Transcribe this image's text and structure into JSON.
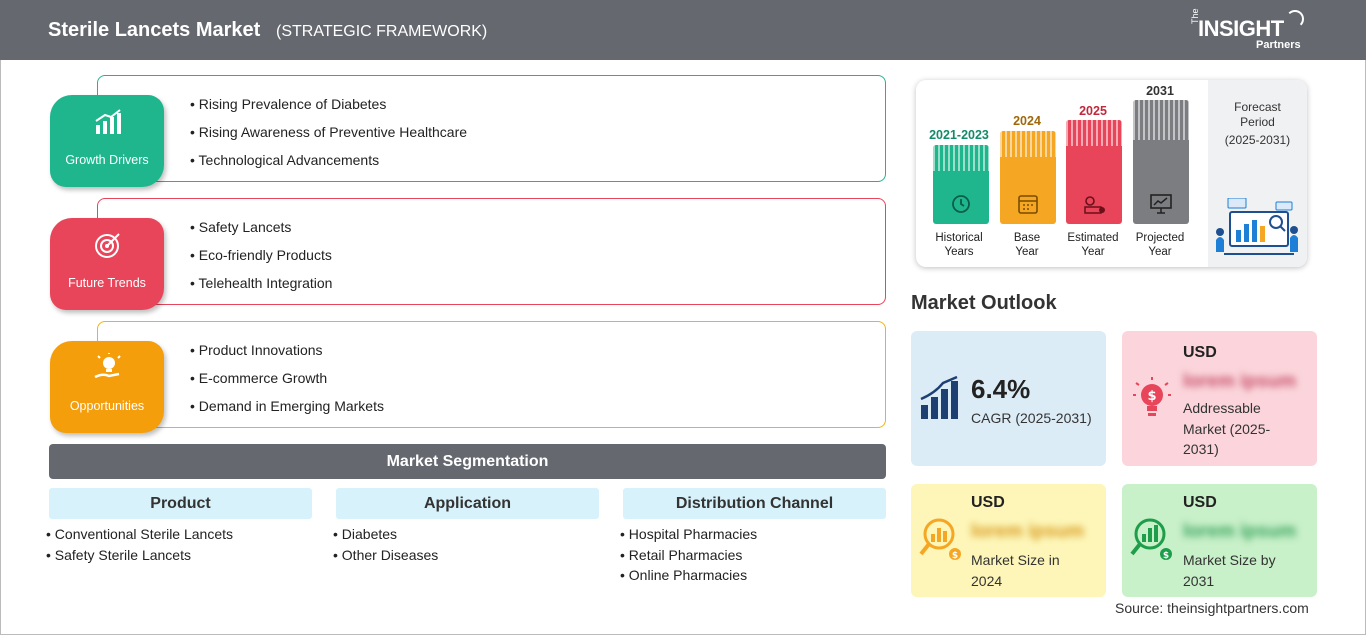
{
  "header": {
    "title": "Sterile Lancets Market",
    "subtitle": "(STRATEGIC FRAMEWORK)",
    "logo": {
      "the": "The",
      "insight": "INSIGHT",
      "partners": "Partners"
    }
  },
  "framework": {
    "growth_drivers": {
      "label": "Growth Drivers",
      "color": "#1fb68e",
      "items": [
        "Rising Prevalence of Diabetes",
        "Rising Awareness of Preventive Healthcare",
        "Technological Advancements"
      ]
    },
    "future_trends": {
      "label": "Future Trends",
      "color": "#e8455a",
      "items": [
        "Safety Lancets",
        "Eco-friendly Products",
        "Telehealth Integration"
      ]
    },
    "opportunities": {
      "label": "Opportunities",
      "color": "#f59e0b",
      "items": [
        "Product Innovations",
        "E-commerce Growth",
        "Demand in Emerging Markets"
      ]
    }
  },
  "segmentation": {
    "title": "Market Segmentation",
    "columns": [
      {
        "heading": "Product",
        "items": [
          "Conventional Sterile Lancets",
          "Safety Sterile Lancets"
        ]
      },
      {
        "heading": "Application",
        "items": [
          "Diabetes",
          "Other Diseases"
        ]
      },
      {
        "heading": "Distribution Channel",
        "items": [
          "Hospital Pharmacies",
          "Retail Pharmacies",
          "Online Pharmacies"
        ]
      }
    ]
  },
  "timeline": {
    "bars": [
      {
        "year": "2021-2023",
        "label_line1": "Historical",
        "label_line2": "Years",
        "color": "#1fb68e",
        "year_color": "#138a6a",
        "icon": "history-clock-icon"
      },
      {
        "year": "2024",
        "label_line1": "Base",
        "label_line2": "Year",
        "color": "#f5a623",
        "year_color": "#a0680a",
        "icon": "calendar-icon"
      },
      {
        "year": "2025",
        "label_line1": "Estimated",
        "label_line2": "Year",
        "color": "#e8455a",
        "year_color": "#c0283c",
        "icon": "gear-chart-icon"
      },
      {
        "year": "2031",
        "label_line1": "Projected",
        "label_line2": "Year",
        "color": "#7b7d80",
        "year_color": "#333333",
        "icon": "presentation-board-icon"
      }
    ],
    "forecast": {
      "line1": "Forecast",
      "line2": "Period",
      "line3": "(2025-2031)"
    }
  },
  "market_outlook": {
    "title": "Market Outlook",
    "cagr": {
      "value": "6.4%",
      "label": "CAGR (2025-2031)",
      "bg": "#dcecf7"
    },
    "addressable": {
      "currency": "USD",
      "value": "lorem ipsum",
      "label_line1": "Addressable",
      "label_line2": "Market (2025-",
      "label_line3": "2031)",
      "bg": "#fbd5db"
    },
    "size_2024": {
      "currency": "USD",
      "value": "lorem ipsum",
      "label_line1": "Market Size in",
      "label_line2": "2024",
      "bg": "#fdf6b8"
    },
    "size_2031": {
      "currency": "USD",
      "value": "lorem ipsum",
      "label_line1": "Market Size by",
      "label_line2": "2031",
      "bg": "#c8f0c9"
    }
  },
  "source": "Source: theinsightpartners.com"
}
